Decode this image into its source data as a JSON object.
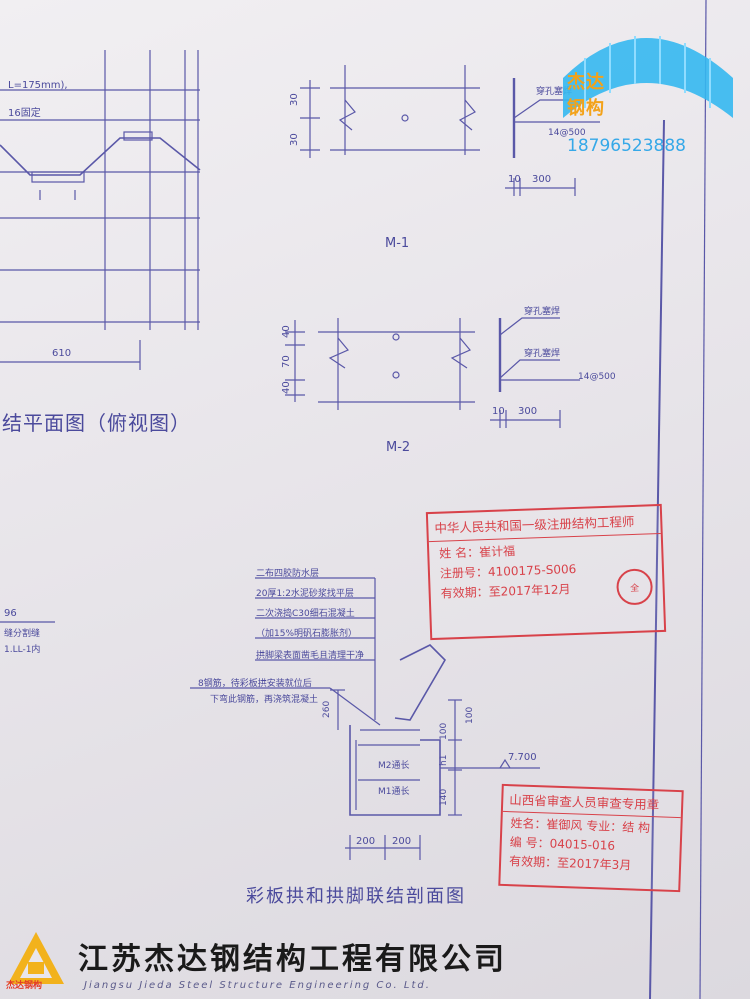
{
  "top_left": {
    "note_a": "L=175mm),",
    "note_b": "16固定",
    "dim_610": "610",
    "caption": "结平面图（俯视图）"
  },
  "m1": {
    "dim_30a": "30",
    "dim_30b": "30",
    "weld_note": "穿孔塞焊",
    "rebar_note": "14@500",
    "dim_10": "10",
    "dim_300": "300",
    "label": "M-1"
  },
  "m2": {
    "dim_40a": "40",
    "dim_70": "70",
    "dim_40b": "40",
    "weld_note_a": "穿孔塞焊",
    "weld_note_b": "穿孔塞焊",
    "rebar_note": "14@500",
    "dim_10": "10",
    "dim_300": "300",
    "label": "M-2"
  },
  "left_notes": {
    "n1": "96",
    "n2": "缝分割缝",
    "n3": "1.LL-1内"
  },
  "section": {
    "layers": [
      "二布四胶防水层",
      "20厚1:2水泥砂浆找平层",
      "二次浇捣C30细石混凝土",
      "（加15%明矾石膨胀剂）",
      "拱脚梁表面凿毛且清理干净"
    ],
    "note_rebar_a": "8钢筋，待彩板拱安装就位后",
    "note_rebar_b": "下弯此钢筋，再浇筑混凝土",
    "dim_260": "260",
    "dim_100a": "100",
    "dim_100b": "100",
    "dim_h1": "h1",
    "dim_140": "140",
    "elev": "7.700",
    "m2_label": "M2通长",
    "m1_label": "M1通长",
    "dim_200a": "200",
    "dim_200b": "200",
    "caption": "彩板拱和拱脚联结剖面图"
  },
  "stamp_engineer": {
    "title": "中华人民共和国一级注册结构工程师",
    "name_label": "姓  名：",
    "name": "崔计福",
    "reg_label": "注册号：",
    "reg": "4100175-S006",
    "valid_label": "有效期：",
    "valid": "至2017年12月",
    "seal": "全"
  },
  "stamp_review": {
    "title": "山西省审查人员审查专用章",
    "line1": "姓名：崔御风 专业：结 构",
    "line2": "编    号：04015-016",
    "line3": "有效期：至2017年3月"
  },
  "watermark_logo": {
    "name1": "杰达",
    "name2": "钢构",
    "phone": "18796523888",
    "roof_color": "#35b8f0"
  },
  "footer": {
    "company_cn": "江苏杰达钢结构工程有限公司",
    "company_en": "Jiangsu Jieda Steel Structure Engineering Co. Ltd.",
    "badge_label": "杰达钢构",
    "badge_color": "#f2b21c"
  }
}
